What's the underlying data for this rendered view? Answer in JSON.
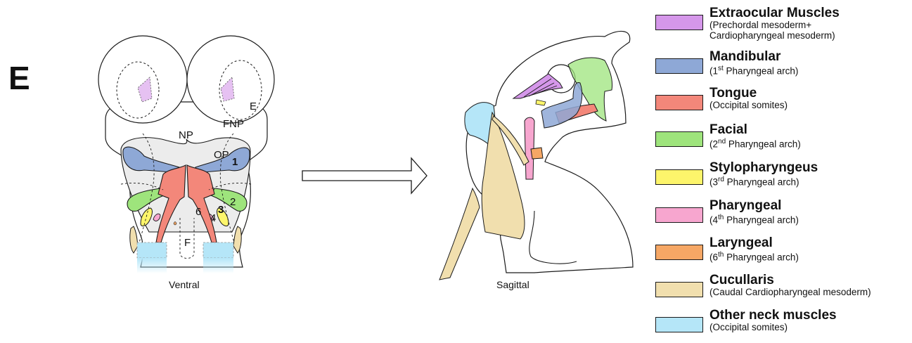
{
  "panel_letter": "E",
  "ventral": {
    "caption": "Ventral",
    "labels": {
      "np": "NP",
      "op": "OP",
      "fnp": "FNP",
      "e": "E",
      "f": "F",
      "arch1": "1",
      "arch2": "2",
      "arch3": "3",
      "arch4": "4",
      "arch6": "6"
    }
  },
  "sagittal": {
    "caption": "Sagittal"
  },
  "colors": {
    "extraocular": "#d597ea",
    "mandibular": "#8ea8d6",
    "tongue": "#f3877a",
    "facial": "#9ee47c",
    "stylopharyngeus": "#fdf56b",
    "pharyngeal": "#f7a6cf",
    "laryngeal": "#f6a765",
    "cucullaris": "#f1dfae",
    "neck": "#b5e6f8",
    "outline": "#1a1a1a",
    "shade": "#ececec"
  },
  "legend": [
    {
      "title": "Extraocular Muscles",
      "sub": "(Prechordal mesoderm+",
      "sub2": "Cardiopharyngeal mesoderm)",
      "color": "#d597ea"
    },
    {
      "title": "Mandibular",
      "sub_pre": "(1",
      "sup": "st",
      "sub_post": " Pharyngeal arch)",
      "color": "#8ea8d6"
    },
    {
      "title": "Tongue",
      "sub": "(Occipital somites)",
      "color": "#f3877a"
    },
    {
      "title": "Facial",
      "sub_pre": "(2",
      "sup": "nd",
      "sub_post": " Pharyngeal arch)",
      "color": "#9ee47c"
    },
    {
      "title": "Stylopharyngeus",
      "sub_pre": "(3",
      "sup": "rd",
      "sub_post": " Pharyngeal arch)",
      "color": "#fdf56b"
    },
    {
      "title": "Pharyngeal",
      "sub_pre": "(4",
      "sup": "th",
      "sub_post": " Pharyngeal arch)",
      "color": "#f7a6cf"
    },
    {
      "title": "Laryngeal",
      "sub_pre": "(6",
      "sup": "th",
      "sub_post": " Pharyngeal arch)",
      "color": "#f6a765"
    },
    {
      "title": "Cucullaris",
      "sub": "(Caudal Cardiopharyngeal mesoderm)",
      "color": "#f1dfae"
    },
    {
      "title": "Other neck muscles",
      "sub": "(Occipital somites)",
      "color": "#b5e6f8"
    }
  ]
}
